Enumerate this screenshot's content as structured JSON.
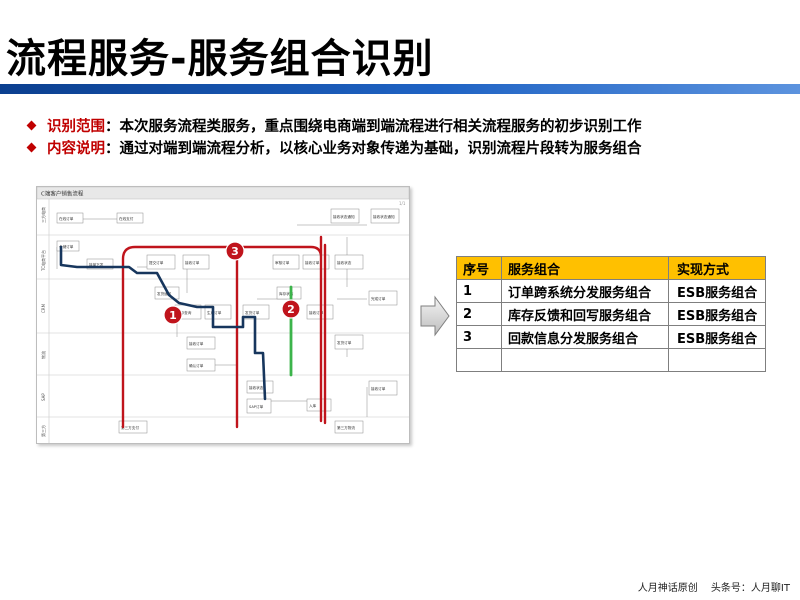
{
  "title": "流程服务-服务组合识别",
  "bullets": [
    {
      "key": "识别范围",
      "text": "：本次服务流程类服务，重点围绕电商端到端流程进行相关流程服务的初步识别工作"
    },
    {
      "key": "内容说明",
      "text": "：通过对端到端流程分析，以核心业务对象传递为基础，识别流程片段转为服务组合"
    }
  ],
  "diagram": {
    "title": "C端客户销售流程",
    "page": "1/1",
    "lanes": [
      "三方电商",
      "TC电商平台",
      "CRM",
      "物流",
      "SAP",
      "第三方"
    ],
    "boxes": [
      "在线订单",
      "在线支付",
      "接收状态通知",
      "接收状态通知",
      "仓储订单",
      "接单下发",
      "提交订单",
      "接收订单",
      "审核订单",
      "接收订单",
      "接收状态",
      "发货通知",
      "库存查询",
      "生成订单",
      "发货订单",
      "库存状态",
      "接收订单",
      "完成订单",
      "接收订单",
      "确认订单",
      "发货订单",
      "SAP订单",
      "入库",
      "接收状态",
      "接收订单",
      "第三方支付",
      "第三方物流"
    ],
    "markers": [
      "1",
      "2",
      "3"
    ]
  },
  "table": {
    "headers": [
      "序号",
      "服务组合",
      "实现方式"
    ],
    "rows": [
      [
        "1",
        "订单跨系统分发服务组合",
        "ESB服务组合"
      ],
      [
        "2",
        "库存反馈和回写服务组合",
        "ESB服务组合"
      ],
      [
        "3",
        "回款信息分发服务组合",
        "ESB服务组合"
      ],
      [
        "",
        "",
        ""
      ]
    ]
  },
  "footer": "人月神话原创　 头条号：人月聊IT",
  "colors": {
    "accent": "#c00000",
    "title_bar": "#1f63c4",
    "table_header": "#ffc000",
    "route_red": "#c0141c",
    "route_blue": "#17365d",
    "route_green": "#3cb44b"
  }
}
